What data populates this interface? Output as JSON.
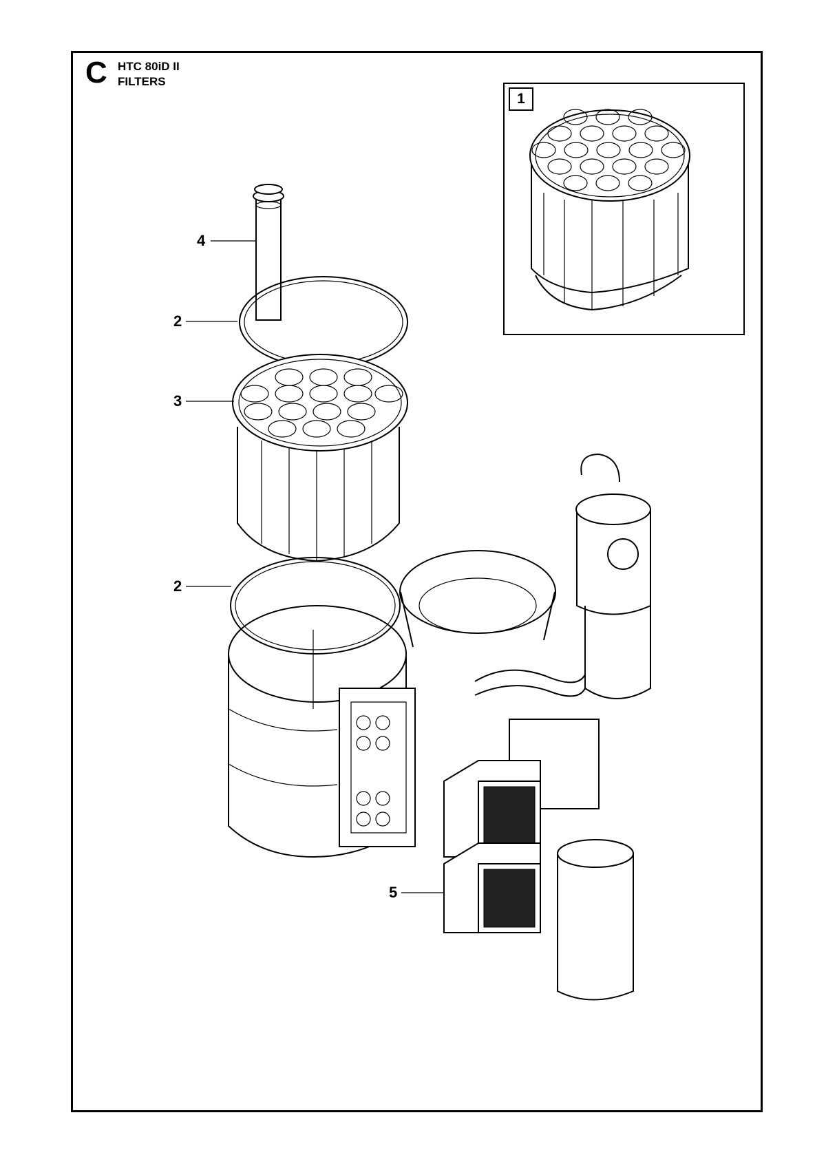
{
  "header": {
    "section_letter": "C",
    "model": "HTC 80iD II",
    "subtitle": "FILTERS"
  },
  "inset": {
    "label": "1"
  },
  "callouts": [
    {
      "number": "4",
      "part": "pipe"
    },
    {
      "number": "2",
      "part": "gasket-upper"
    },
    {
      "number": "3",
      "part": "filter-cartridge-assembly"
    },
    {
      "number": "2",
      "part": "gasket-lower"
    },
    {
      "number": "5",
      "part": "hepa-filter"
    }
  ]
}
